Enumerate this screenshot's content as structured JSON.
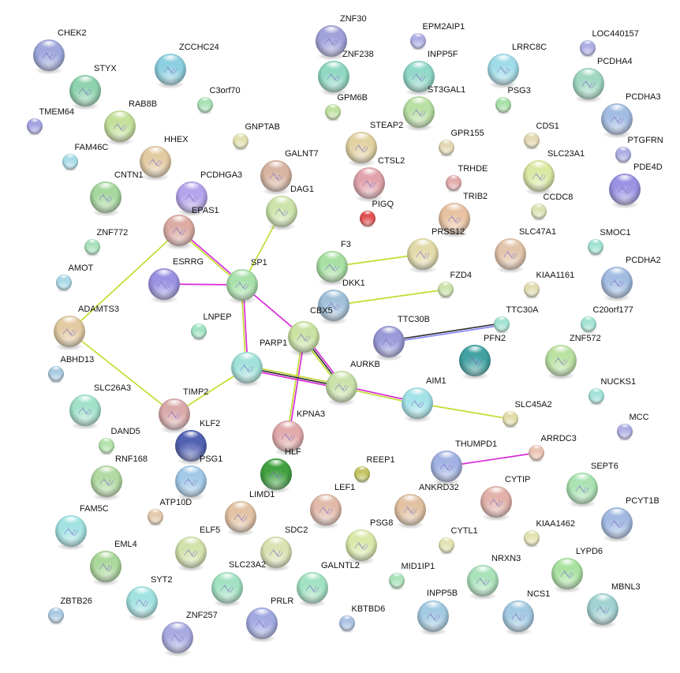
{
  "network": {
    "nodes": [
      {
        "label": "CHEK2",
        "color": "#9ea8dc",
        "size": "large"
      },
      {
        "label": "STYX",
        "color": "#8ed2ae",
        "size": "large"
      },
      {
        "label": "ZCCHC24",
        "color": "#8ccfe0",
        "size": "large"
      },
      {
        "label": "C3orf70",
        "color": "#a8e0b4",
        "size": "small"
      },
      {
        "label": "RAB8B",
        "color": "#c4e09a",
        "size": "large"
      },
      {
        "label": "TMEM64",
        "color": "#a4a4e2",
        "size": "small"
      },
      {
        "label": "FAM46C",
        "color": "#a8dce8",
        "size": "small"
      },
      {
        "label": "HHEX",
        "color": "#e2caa2",
        "size": "large"
      },
      {
        "label": "GNPTAB",
        "color": "#e0e0b0",
        "size": "small"
      },
      {
        "label": "GALNT7",
        "color": "#d8b4a2",
        "size": "large"
      },
      {
        "label": "CNTN1",
        "color": "#a6d89e",
        "size": "large"
      },
      {
        "label": "PCDHGA3",
        "color": "#b4a4ec",
        "size": "large"
      },
      {
        "label": "DAG1",
        "color": "#cce4aa",
        "size": "large"
      },
      {
        "label": "EPAS1",
        "color": "#dcaca4",
        "size": "large"
      },
      {
        "label": "ZNF772",
        "color": "#a8e0bc",
        "size": "small"
      },
      {
        "label": "AMOT",
        "color": "#a8d8e8",
        "size": "small"
      },
      {
        "label": "ESRRG",
        "color": "#9a92e2",
        "size": "large"
      },
      {
        "label": "SP1",
        "color": "#a8e2aa",
        "size": "large"
      },
      {
        "label": "ADAMTS3",
        "color": "#e2caa2",
        "size": "large"
      },
      {
        "label": "LNPEP",
        "color": "#a0e2c2",
        "size": "small"
      },
      {
        "label": "ZNF30",
        "color": "#a2a2da",
        "size": "large"
      },
      {
        "label": "EPM2AIP1",
        "color": "#aeaee4",
        "size": "small"
      },
      {
        "label": "ZNF238",
        "color": "#90d8c2",
        "size": "large"
      },
      {
        "label": "INPP5F",
        "color": "#90d8c8",
        "size": "large"
      },
      {
        "label": "LRRC8C",
        "color": "#a0dce8",
        "size": "large"
      },
      {
        "label": "LOC440157",
        "color": "#aeaee4",
        "size": "small"
      },
      {
        "label": "PCDHA4",
        "color": "#a0d8c2",
        "size": "large"
      },
      {
        "label": "GPM6B",
        "color": "#c0e0a2",
        "size": "small"
      },
      {
        "label": "ST3GAL1",
        "color": "#b8e0a2",
        "size": "large"
      },
      {
        "label": "PSG3",
        "color": "#a8e0a8",
        "size": "small"
      },
      {
        "label": "PCDHA3",
        "color": "#a2bce2",
        "size": "large"
      },
      {
        "label": "STEAP2",
        "color": "#e2d2a2",
        "size": "large"
      },
      {
        "label": "GPR155",
        "color": "#e2d8b2",
        "size": "small"
      },
      {
        "label": "CDS1",
        "color": "#e2d8b2",
        "size": "small"
      },
      {
        "label": "PTGFRN",
        "color": "#aeaee4",
        "size": "small"
      },
      {
        "label": "CTSL2",
        "color": "#e2a4ac",
        "size": "large"
      },
      {
        "label": "TRHDE",
        "color": "#e2aaaa",
        "size": "small"
      },
      {
        "label": "SLC23A1",
        "color": "#dae8a2",
        "size": "large"
      },
      {
        "label": "PDE4D",
        "color": "#9a92e2",
        "size": "large"
      },
      {
        "label": "PIGQ",
        "color": "#e05252",
        "size": "small"
      },
      {
        "label": "TRIB2",
        "color": "#e8c2a2",
        "size": "large"
      },
      {
        "label": "CCDC8",
        "color": "#dae2b4",
        "size": "small"
      },
      {
        "label": "PRSS12",
        "color": "#e2daa8",
        "size": "large"
      },
      {
        "label": "SLC47A1",
        "color": "#e2c4aa",
        "size": "large"
      },
      {
        "label": "SMOC1",
        "color": "#a2e2d2",
        "size": "small"
      },
      {
        "label": "F3",
        "color": "#a8e0a2",
        "size": "large"
      },
      {
        "label": "PCDHA2",
        "color": "#a2bce2",
        "size": "large"
      },
      {
        "label": "DKK1",
        "color": "#a2c2da",
        "size": "large"
      },
      {
        "label": "FZD4",
        "color": "#cae2aa",
        "size": "small"
      },
      {
        "label": "KIAA1161",
        "color": "#e2dcb2",
        "size": "small"
      },
      {
        "label": "TTC30A",
        "color": "#a2e2d2",
        "size": "small"
      },
      {
        "label": "C20orf177",
        "color": "#a2e2d2",
        "size": "small"
      },
      {
        "label": "TTC30B",
        "color": "#9a9ad8",
        "size": "large"
      },
      {
        "label": "CBX5",
        "color": "#cae2a2",
        "size": "large"
      },
      {
        "label": "PARP1",
        "color": "#a2e2da",
        "size": "large"
      },
      {
        "label": "AURKB",
        "color": "#cae2aa",
        "size": "large"
      },
      {
        "label": "ABHD13",
        "color": "#aacae2",
        "size": "small"
      },
      {
        "label": "SLC26A3",
        "color": "#a2e2ca",
        "size": "large"
      },
      {
        "label": "TIMP2",
        "color": "#daaaaa",
        "size": "large"
      },
      {
        "label": "KLF2",
        "color": "#5262b2",
        "size": "large"
      },
      {
        "label": "DAND5",
        "color": "#b2e2aa",
        "size": "small"
      },
      {
        "label": "RNF168",
        "color": "#b2daa2",
        "size": "large"
      },
      {
        "label": "PSG1",
        "color": "#a2cae8",
        "size": "large"
      },
      {
        "label": "KPNA3",
        "color": "#e2aaaa",
        "size": "large"
      },
      {
        "label": "HLF",
        "color": "#42a242",
        "size": "large"
      },
      {
        "label": "LIMD1",
        "color": "#e2c2a2",
        "size": "large"
      },
      {
        "label": "ATP10D",
        "color": "#e2caaa",
        "size": "small"
      },
      {
        "label": "FAM5C",
        "color": "#a2e2e2",
        "size": "large"
      },
      {
        "label": "ELF5",
        "color": "#d2e2aa",
        "size": "large"
      },
      {
        "label": "SDC2",
        "color": "#dae2b2",
        "size": "large"
      },
      {
        "label": "EML4",
        "color": "#aad89a",
        "size": "large"
      },
      {
        "label": "SLC23A2",
        "color": "#a2e2c2",
        "size": "large"
      },
      {
        "label": "GALNTL2",
        "color": "#a2e2c2",
        "size": "large"
      },
      {
        "label": "SYT2",
        "color": "#a2e2e2",
        "size": "large"
      },
      {
        "label": "ZBTB26",
        "color": "#aacae2",
        "size": "small"
      },
      {
        "label": "ZNF257",
        "color": "#aaaae2",
        "size": "large"
      },
      {
        "label": "PRLR",
        "color": "#a2aae2",
        "size": "large"
      },
      {
        "label": "LEF1",
        "color": "#e2baaa",
        "size": "large"
      },
      {
        "label": "AIM1",
        "color": "#a2e2e8",
        "size": "large"
      },
      {
        "label": "PFN2",
        "color": "#42a2a2",
        "size": "large"
      },
      {
        "label": "ZNF572",
        "color": "#bae2a2",
        "size": "large"
      },
      {
        "label": "NUCKS1",
        "color": "#a2e2da",
        "size": "small"
      },
      {
        "label": "SLC45A2",
        "color": "#e2dcaa",
        "size": "small"
      },
      {
        "label": "MCC",
        "color": "#aeaee4",
        "size": "small"
      },
      {
        "label": "THUMPD1",
        "color": "#a2b2e2",
        "size": "large"
      },
      {
        "label": "ARRDC3",
        "color": "#eac2b2",
        "size": "small"
      },
      {
        "label": "REEP1",
        "color": "#c2c262",
        "size": "small"
      },
      {
        "label": "SEPT6",
        "color": "#aae2b2",
        "size": "large"
      },
      {
        "label": "ANKRD32",
        "color": "#e2c2a2",
        "size": "large"
      },
      {
        "label": "CYTIP",
        "color": "#e2b2aa",
        "size": "large"
      },
      {
        "label": "PCYT1B",
        "color": "#a2bae2",
        "size": "large"
      },
      {
        "label": "PSG8",
        "color": "#dae8aa",
        "size": "large"
      },
      {
        "label": "CYTL1",
        "color": "#e2e2b2",
        "size": "small"
      },
      {
        "label": "KIAA1462",
        "color": "#e2e2b2",
        "size": "small"
      },
      {
        "label": "LYPD6",
        "color": "#aae2a2",
        "size": "large"
      },
      {
        "label": "NRXN3",
        "color": "#aae2ba",
        "size": "large"
      },
      {
        "label": "MID1IP1",
        "color": "#aae2ba",
        "size": "small"
      },
      {
        "label": "MBNL3",
        "color": "#a2d2d2",
        "size": "large"
      },
      {
        "label": "INPP5B",
        "color": "#a2cae2",
        "size": "large"
      },
      {
        "label": "NCS1",
        "color": "#a2cae2",
        "size": "large"
      },
      {
        "label": "KBTBD6",
        "color": "#aac2e2",
        "size": "small"
      }
    ],
    "edges": [
      {
        "source": "EPAS1",
        "target": "SP1",
        "evidence": [
          "#d82ad8",
          "#c2dc30"
        ]
      },
      {
        "source": "EPAS1",
        "target": "ADAMTS3",
        "evidence": [
          "#c2dc30"
        ]
      },
      {
        "source": "DAG1",
        "target": "SP1",
        "evidence": [
          "#c2dc30"
        ]
      },
      {
        "source": "ESRRG",
        "target": "SP1",
        "evidence": [
          "#d82ad8"
        ]
      },
      {
        "source": "SP1",
        "target": "CBX5",
        "evidence": [
          "#d82ad8"
        ]
      },
      {
        "source": "SP1",
        "target": "PARP1",
        "evidence": [
          "#d82ad8",
          "#c2dc30"
        ]
      },
      {
        "source": "CBX5",
        "target": "AURKB",
        "evidence": [
          "#d82ad8",
          "#333333",
          "#c2dc30"
        ]
      },
      {
        "source": "CBX5",
        "target": "KPNA3",
        "evidence": [
          "#d82ad8",
          "#c2dc30"
        ]
      },
      {
        "source": "PARP1",
        "target": "AURKB",
        "evidence": [
          "#c2dc30",
          "#333333",
          "#d82ad8"
        ]
      },
      {
        "source": "PARP1",
        "target": "TIMP2",
        "evidence": [
          "#c2dc30"
        ]
      },
      {
        "source": "TIMP2",
        "target": "ADAMTS3",
        "evidence": [
          "#c2dc30"
        ]
      },
      {
        "source": "AURKB",
        "target": "AIM1",
        "evidence": [
          "#d82ad8",
          "#c2dc30"
        ]
      },
      {
        "source": "AIM1",
        "target": "SLC45A2",
        "evidence": [
          "#c2dc30"
        ]
      },
      {
        "source": "F3",
        "target": "PRSS12",
        "evidence": [
          "#c2dc30"
        ]
      },
      {
        "source": "DKK1",
        "target": "FZD4",
        "evidence": [
          "#c2dc30"
        ]
      },
      {
        "source": "TTC30B",
        "target": "TTC30A",
        "evidence": [
          "#333333",
          "#8888ff"
        ]
      },
      {
        "source": "THUMPD1",
        "target": "ARRDC3",
        "evidence": [
          "#d82ad8"
        ]
      }
    ]
  }
}
